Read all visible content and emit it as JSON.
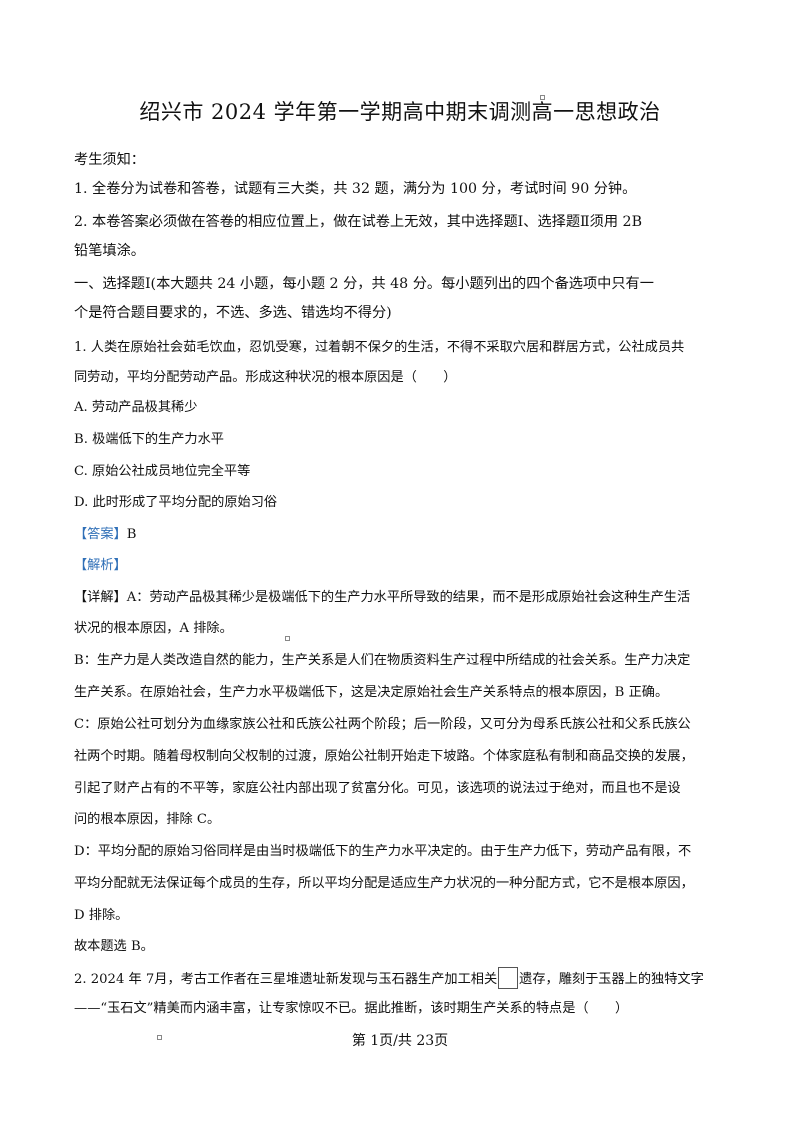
{
  "doc": {
    "title": "绍兴市 2024 学年第一学期高中期末调测高一思想政治",
    "notice_heading": "考生须知：",
    "notice": [
      "1. 全卷分为试卷和答卷，试题有三大类，共 32 题，满分为 100 分，考试时间 90 分钟。",
      "2. 本卷答案必须做在答卷的相应位置上，做在试卷上无效，其中选择题Ⅰ、选择题Ⅱ须用 2B",
      "铅笔填涂。"
    ],
    "section": [
      "一、选择题Ⅰ(本大题共 24 小题，每小题 2 分，共 48 分。每小题列出的四个备选项中只有一",
      "个是符合题目要求的，不选、多选、错选均不得分)"
    ],
    "q1": {
      "stem": [
        "1. 人类在原始社会茹毛饮血，忍饥受寒，过着朝不保夕的生活，不得不采取穴居和群居方式，公社成员共",
        "同劳动，平均分配劳动产品。形成这种状况的根本原因是（　　）"
      ],
      "options": [
        "A. 劳动产品极其稀少",
        "B. 极端低下的生产力水平",
        "C. 原始公社成员地位完全平等",
        "D. 此时形成了平均分配的原始习俗"
      ],
      "answer_tag": "【答案】",
      "answer": "B",
      "analysis_tag": "【解析】",
      "detail_tag": "【详解】",
      "detail": [
        "A：劳动产品极其稀少是极端低下的生产力水平所导致的结果，而不是形成原始社会这种生产生活",
        "状况的根本原因，A 排除。",
        "B：生产力是人类改造自然的能力，生产关系是人们在物质资料生产过程中所结成的社会关系。生产力决定",
        "生产关系。在原始社会，生产力水平极端低下，这是决定原始社会生产关系特点的根本原因，B 正确。",
        "C：原始公社可划分为血缘家族公社和氏族公社两个阶段；后一阶段，又可分为母系氏族公社和父系氏族公",
        "社两个时期。随着母权制向父权制的过渡，原始公社制开始走下坡路。个体家庭私有制和商品交换的发展，",
        "引起了财产占有的不平等，家庭公社内部出现了贫富分化。可见，该选项的说法过于绝对，而且也不是设",
        "问的根本原因，排除 C。",
        "D：平均分配的原始习俗同样是由当时极端低下的生产力水平决定的。由于生产力低下，劳动产品有限，不",
        "平均分配就无法保证每个成员的生存，所以平均分配是适应生产力状况的一种分配方式，它不是根本原因，",
        "D 排除。"
      ],
      "conclusion": "故本题选 B。"
    },
    "q2": {
      "line1_before": "2. 2024 年 7月，考古工作者在三星堆遗址新发现与玉石器生产加工相关",
      "line1_after": "遗存，雕刻于玉器上的独特文字",
      "line2": "——“玉石文”精美而内涵丰富，让专家惊叹不已。据此推断，该时期生产关系的特点是（　　）"
    },
    "footer": "第 1页/共 23页"
  }
}
